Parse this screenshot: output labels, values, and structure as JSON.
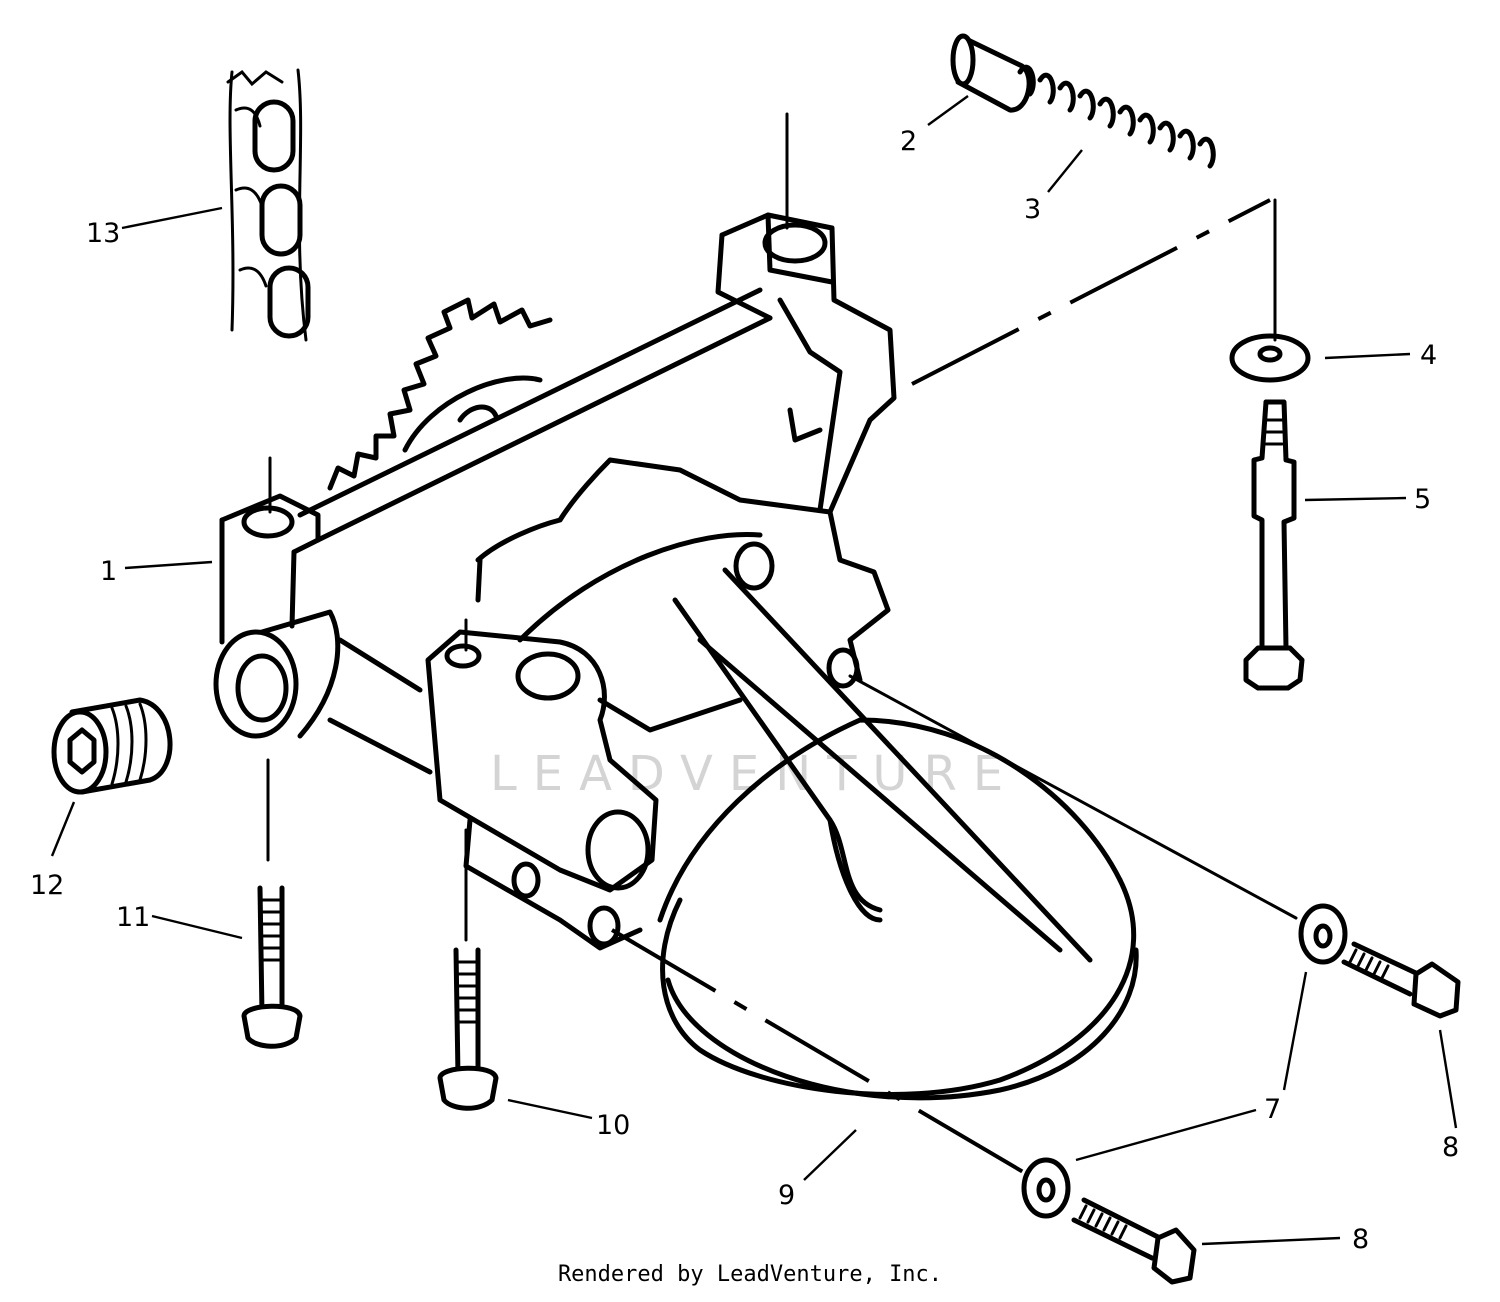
{
  "watermark": "LEADVENTURE",
  "credit": "Rendered by LeadVenture, Inc.",
  "callouts": [
    {
      "id": "c1",
      "label": "1"
    },
    {
      "id": "c2",
      "label": "2"
    },
    {
      "id": "c3",
      "label": "3"
    },
    {
      "id": "c4",
      "label": "4"
    },
    {
      "id": "c5",
      "label": "5"
    },
    {
      "id": "c7a",
      "label": "7"
    },
    {
      "id": "c7b",
      "label": "7"
    },
    {
      "id": "c8a",
      "label": "8"
    },
    {
      "id": "c8b",
      "label": "8"
    },
    {
      "id": "c9",
      "label": "9"
    },
    {
      "id": "c10",
      "label": "10"
    },
    {
      "id": "c11",
      "label": "11"
    },
    {
      "id": "c12",
      "label": "12"
    },
    {
      "id": "c13",
      "label": "13"
    }
  ]
}
